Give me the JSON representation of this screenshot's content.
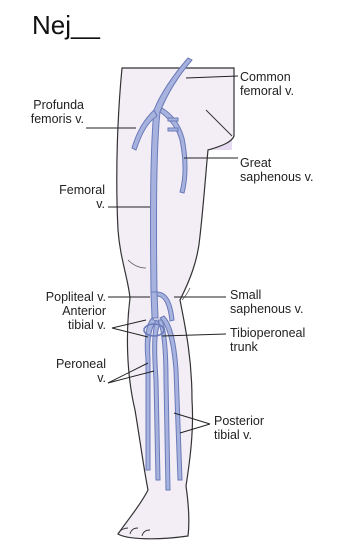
{
  "heading": "Nej__",
  "labels": {
    "common_femoral": "Common\nfemoral v.",
    "profunda_femoris": "Profunda\nfemoris v.",
    "great_saphenous": "Great\nsaphenous v.",
    "femoral": "Femoral\nv.",
    "popliteal": "Popliteal v.",
    "anterior_tibial": "Anterior\ntibial v.",
    "small_saphenous": "Small\nsaphenous v.",
    "tibioperoneal": "Tibioperoneal\ntrunk",
    "peroneal": "Peroneal\nv.",
    "posterior_tibial": "Posterior\ntibial v."
  },
  "colors": {
    "pelvis_shade": "#e6daf0",
    "skin_fill": "#efe6f4",
    "vein": "#a7b2de",
    "vein_outline": "#6a7bb8",
    "outline": "#333333"
  }
}
